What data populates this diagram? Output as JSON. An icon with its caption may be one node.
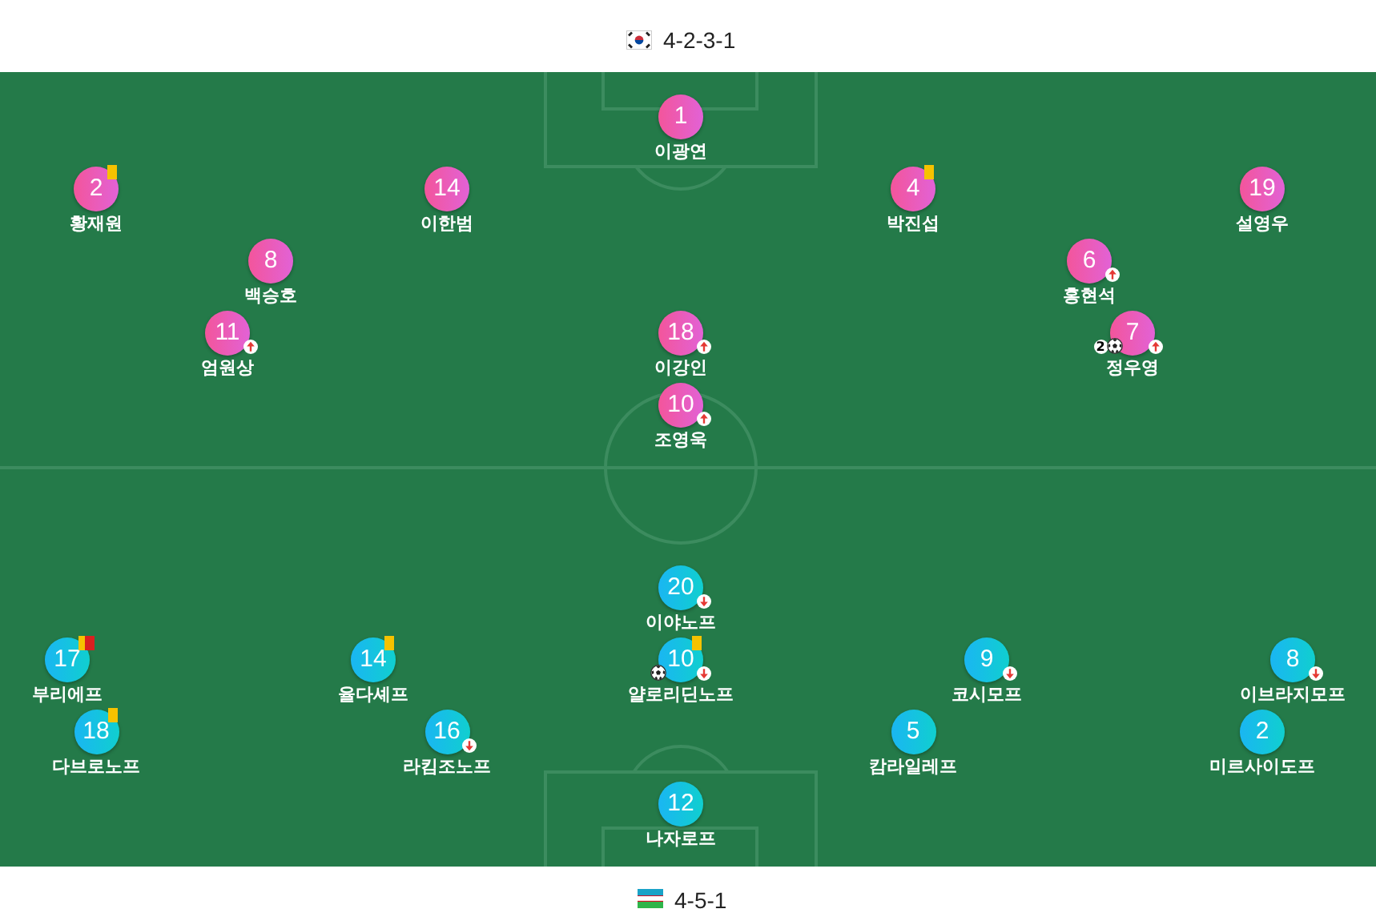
{
  "diagram": {
    "nodes": [
      {
        "text": [
          "1",
          "이광연"
        ]
      },
      {
        "text": [
          "2",
          "황재원"
        ]
      },
      {
        "text": [
          "14",
          "이한범"
        ]
      },
      {
        "text": [
          "4",
          "박진섭"
        ]
      },
      {
        "text": [
          "19",
          "설영우"
        ]
      },
      {
        "text": [
          "8",
          "백승호"
        ]
      },
      {
        "text": [
          "6",
          "홍현석"
        ]
      },
      {
        "text": [
          "11",
          "엄원상"
        ]
      },
      {
        "text": [
          "18",
          "이강인"
        ]
      },
      {
        "text": [
          "7",
          "정우영",
          "2"
        ]
      },
      {
        "text": [
          "10",
          "조영욱"
        ]
      },
      {
        "text": [
          "20",
          "이야노프"
        ]
      },
      {
        "text": [
          "17",
          "부리에프"
        ]
      },
      {
        "text": [
          "14",
          "율다셰프"
        ]
      },
      {
        "text": [
          "10",
          "얄로리딘노프"
        ]
      },
      {
        "text": [
          "9",
          "코시모프"
        ]
      },
      {
        "text": [
          "8",
          "이브라지모프"
        ]
      },
      {
        "text": [
          "18",
          "다브로노프"
        ]
      },
      {
        "text": [
          "16",
          "라킴조노프"
        ]
      },
      {
        "text": [
          "5",
          "캄라일레프"
        ]
      },
      {
        "text": [
          "2",
          "미르사이도프"
        ]
      },
      {
        "text": [
          "12",
          "나자로프"
        ]
      }
    ],
    "labels": [
      "4-2-3-1",
      "4-5-1"
    ]
  }
}
